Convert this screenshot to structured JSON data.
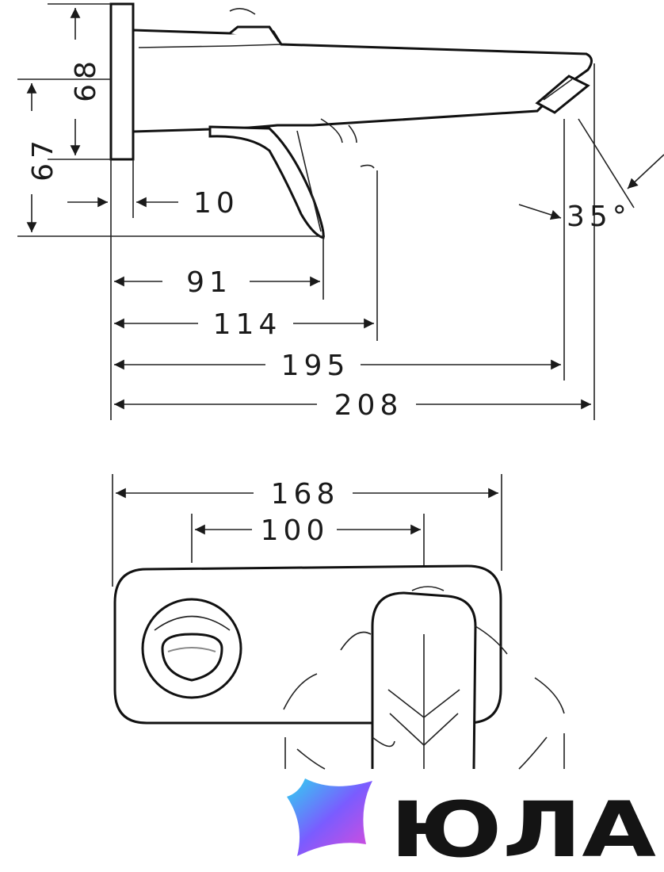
{
  "side_view": {
    "dimensions": {
      "d68": "68",
      "d67": "67",
      "d10": "10",
      "d91": "91",
      "d114": "114",
      "d195": "195",
      "d208": "208",
      "angle": "35°"
    }
  },
  "top_view": {
    "dimensions": {
      "d168": "168",
      "d100": "100"
    }
  },
  "brand": {
    "name": "ЮЛА",
    "colors": {
      "gradient_start": "#2fd3f0",
      "gradient_mid": "#7a5cff",
      "gradient_end": "#e04ad8",
      "text": "#141414"
    }
  },
  "colors": {
    "line": "#1a1a1a",
    "background": "#ffffff"
  }
}
